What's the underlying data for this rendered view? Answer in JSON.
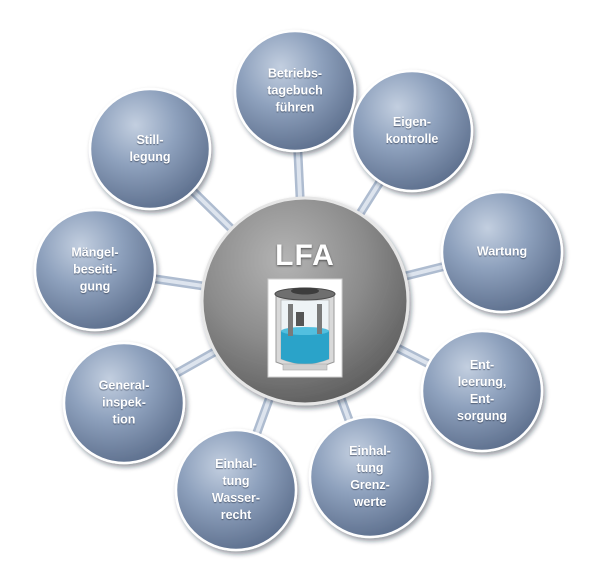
{
  "center": {
    "title": "LFA",
    "image_icon": "separator-tank-cutaway-icon"
  },
  "colors": {
    "node_fill": "#7f93b1",
    "node_fill_light": "#b8c6da",
    "node_fill_dark": "#5c6f8e",
    "center_fill": "#8a8a8a",
    "center_fill_dark": "#5b5b5b",
    "tank_water": "#2aa3c9"
  },
  "nodes": [
    {
      "id": "betriebstagebuch",
      "lines": [
        "Betriebs-",
        "tagebuch",
        "führen"
      ]
    },
    {
      "id": "eigenkontrolle",
      "lines": [
        "Eigen-",
        "kontrolle"
      ]
    },
    {
      "id": "wartung",
      "lines": [
        "Wartung"
      ]
    },
    {
      "id": "entleerung",
      "lines": [
        "Ent-",
        "leerung,",
        "Ent-",
        "sorgung"
      ]
    },
    {
      "id": "grenzwerte",
      "lines": [
        "Einhal-",
        "tung",
        "Grenz-",
        "werte"
      ]
    },
    {
      "id": "wasserrecht",
      "lines": [
        "Einhal-",
        "tung",
        "Wasser-",
        "recht"
      ]
    },
    {
      "id": "generalinspektion",
      "lines": [
        "General-",
        "inspek-",
        "tion"
      ]
    },
    {
      "id": "maengelbeseitigung",
      "lines": [
        "Mängel-",
        "beseiti-",
        "gung"
      ]
    },
    {
      "id": "stilllegung",
      "lines": [
        "Still-",
        "legung"
      ]
    }
  ]
}
